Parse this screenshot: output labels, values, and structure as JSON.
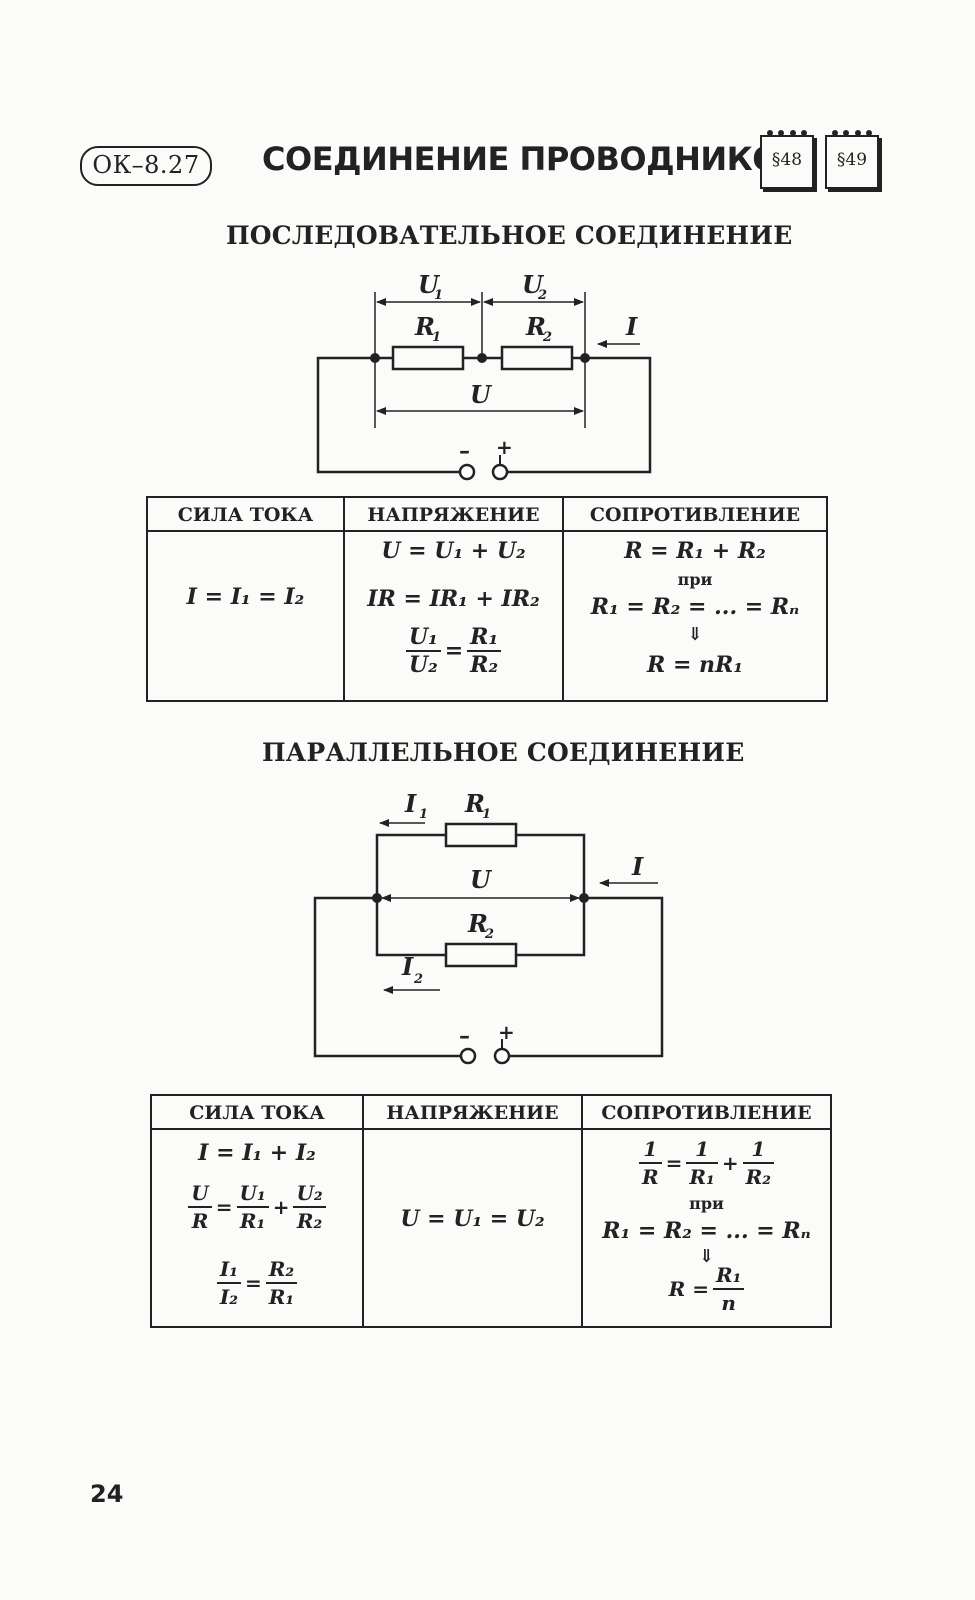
{
  "header": {
    "code": "ОК–8.27",
    "title": "СОЕДИНЕНИЕ ПРОВОДНИКОВ",
    "paragraphs": [
      "§48",
      "§49"
    ]
  },
  "series": {
    "heading": "ПОСЛЕДОВАТЕЛЬНОЕ СОЕДИНЕНИЕ",
    "circuit": {
      "u1": "U",
      "u1_sub": "1",
      "u2": "U",
      "u2_sub": "2",
      "r1": "R",
      "r1_sub": "1",
      "r2": "R",
      "r2_sub": "2",
      "i": "I",
      "u": "U",
      "minus": "–",
      "plus": "+"
    },
    "table": {
      "headers": [
        "СИЛА ТОКА",
        "НАПРЯЖЕНИЕ",
        "СОПРОТИВЛЕНИЕ"
      ],
      "current": "I = I₁ = I₂",
      "voltage": [
        "U = U₁ + U₂",
        "IR = IR₁ + IR₂"
      ],
      "voltage_frac": {
        "n1": "U₁",
        "d1": "U₂",
        "eq": "=",
        "n2": "R₁",
        "d2": "R₂"
      },
      "resistance": [
        "R = R₁ + R₂",
        "при",
        "R₁ = R₂ = ... = Rₙ",
        "⇓",
        "R = nR₁"
      ]
    }
  },
  "parallel": {
    "heading": "ПАРАЛЛЕЛЬНОЕ СОЕДИНЕНИЕ",
    "circuit": {
      "i1": "I",
      "i1_sub": "1",
      "r1": "R",
      "r1_sub": "1",
      "u": "U",
      "i": "I",
      "r2": "R",
      "r2_sub": "2",
      "i2": "I",
      "i2_sub": "2",
      "minus": "–",
      "plus": "+"
    },
    "table": {
      "headers": [
        "СИЛА ТОКА",
        "НАПРЯЖЕНИЕ",
        "СОПРОТИВЛЕНИЕ"
      ],
      "current_line1": "I = I₁ + I₂",
      "current_frac1": {
        "n1": "U",
        "d1": "R",
        "eq": "=",
        "n2": "U₁",
        "d2": "R₁",
        "plus": "+",
        "n3": "U₂",
        "d3": "R₂"
      },
      "current_frac2": {
        "n1": "I₁",
        "d1": "I₂",
        "eq": "=",
        "n2": "R₂",
        "d2": "R₁"
      },
      "voltage": "U = U₁ = U₂",
      "resistance_frac": {
        "n1": "1",
        "d1": "R",
        "eq": "=",
        "n2": "1",
        "d2": "R₁",
        "plus": "+",
        "n3": "1",
        "d3": "R₂"
      },
      "resistance": [
        "при",
        "R₁ = R₂ = ... = Rₙ",
        "⇓"
      ],
      "resistance_last": {
        "lhs": "R =",
        "n": "R₁",
        "d": "n"
      }
    }
  },
  "page_number": "24"
}
